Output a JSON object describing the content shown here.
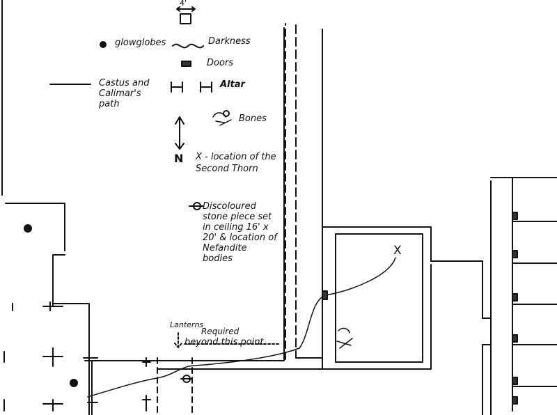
{
  "map": {
    "scale": "4'",
    "legend": {
      "glowglobes": "glowglobes",
      "darkness": "Darkness",
      "doors": "Doors",
      "path": "Castus and Calimar's path",
      "altar": "Altar",
      "bones": "Bones",
      "north": "N",
      "thorn": "X - location of the Second Thorn",
      "stone": "Discoloured stone piece set in ceiling 16' x 20' & location of Nefandite bodies"
    },
    "notes": {
      "lanterns": "Lanterns",
      "required": "Required",
      "beyond": "beyond this point"
    },
    "markers": {
      "thorn": "X"
    }
  }
}
